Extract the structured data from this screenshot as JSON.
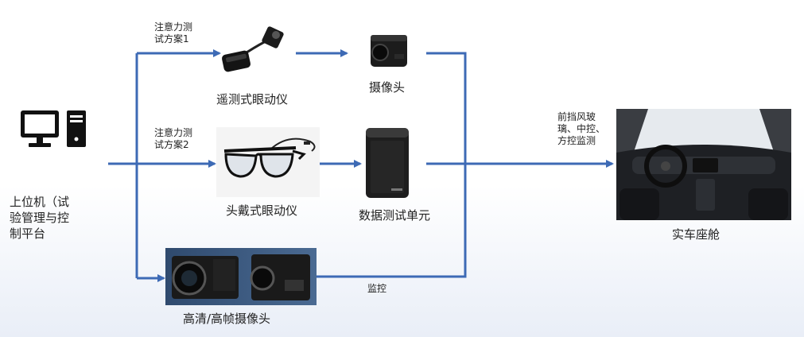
{
  "nodes": {
    "host": "上位机（试\n验管理与控\n制平台",
    "remote_tracker": "遥测式眼动仪",
    "camera": "摄像头",
    "head_tracker": "头戴式眼动仪",
    "data_unit": "数据测试单元",
    "hd_camera": "高清/高帧摄像头",
    "cockpit": "实车座舱"
  },
  "edge_labels": {
    "plan1": "注意力测\n试方案1",
    "plan2": "注意力测\n试方案2",
    "monitor": "监控",
    "cockpit_targets": "前挡风玻\n璃、中控、\n方控监测"
  },
  "colors": {
    "line": "#3d6ab5",
    "background_bottom": "#e9eef7"
  }
}
